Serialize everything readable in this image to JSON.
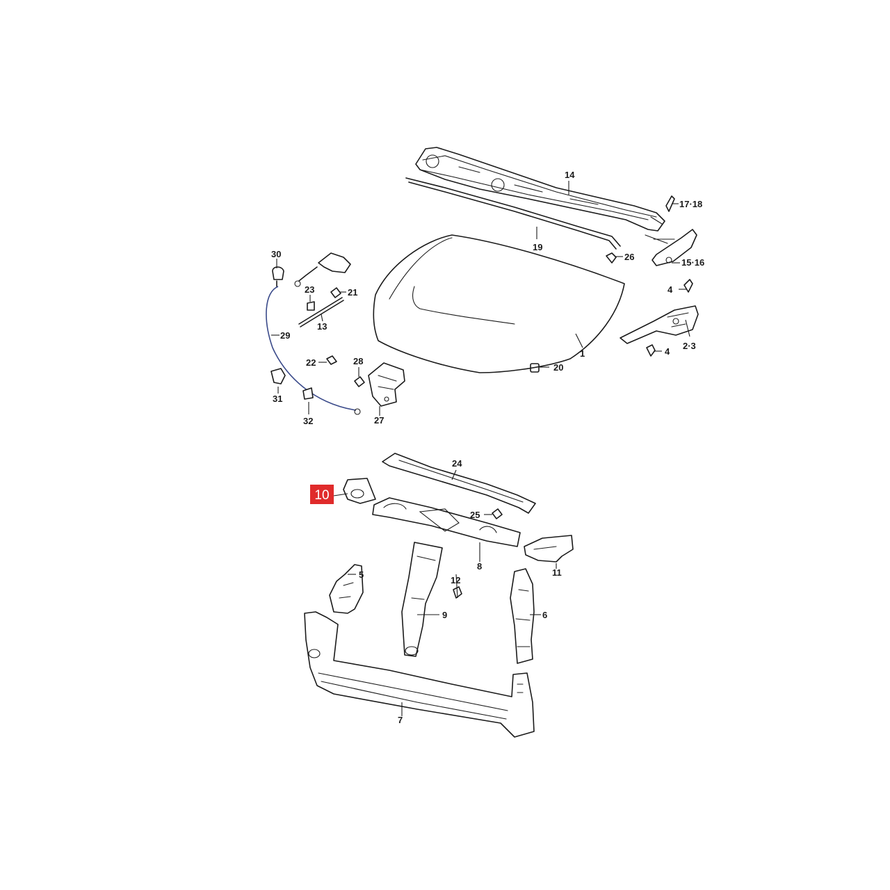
{
  "diagram": {
    "highlighted_callout": "10",
    "highlight_color": "#e02b2b",
    "line_color": "#1a1a1a",
    "cable_color": "#3a4a8a",
    "callouts": {
      "c1": "1",
      "c2_3": "2·3",
      "c4a": "4",
      "c4b": "4",
      "c5": "5",
      "c6": "6",
      "c7": "7",
      "c8": "8",
      "c9": "9",
      "c10": "10",
      "c11": "11",
      "c12": "12",
      "c13": "13",
      "c14": "14",
      "c15_16": "15·16",
      "c17_18": "17·18",
      "c19": "19",
      "c20": "20",
      "c21": "21",
      "c22": "22",
      "c23": "23",
      "c24": "24",
      "c25": "25",
      "c26": "26",
      "c27": "27",
      "c28": "28",
      "c29": "29",
      "c30": "30",
      "c31": "31",
      "c32": "32"
    }
  }
}
